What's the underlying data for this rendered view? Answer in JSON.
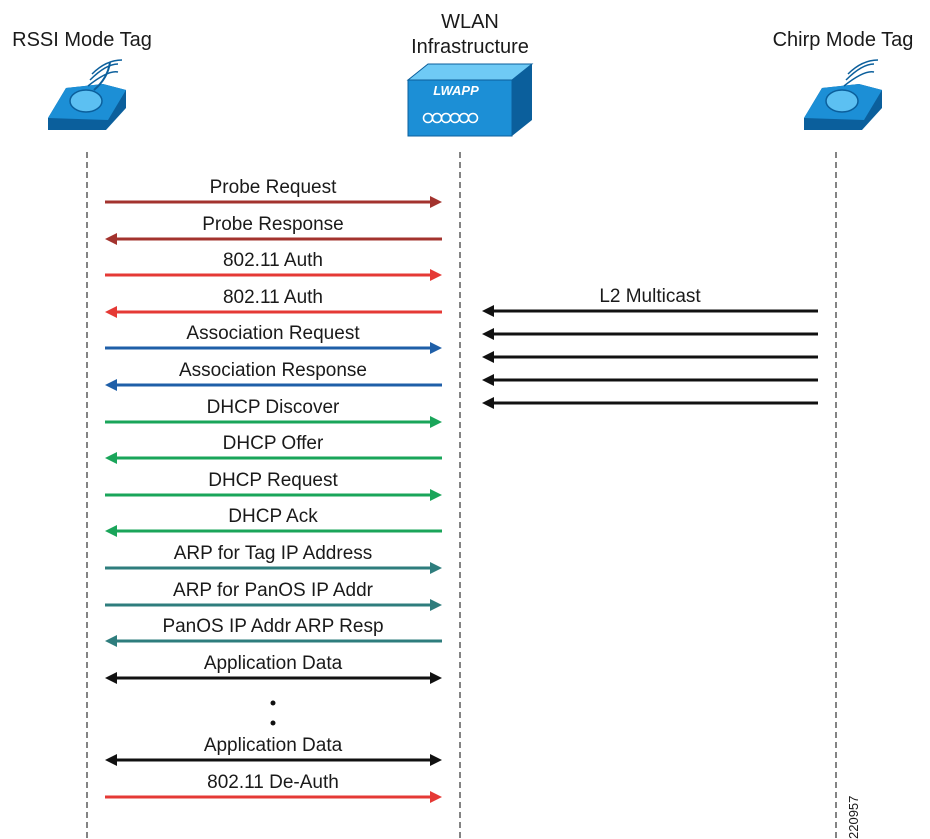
{
  "entities": {
    "rssi_tag": "RSSI Mode Tag",
    "wlan_line1": "WLAN",
    "wlan_line2": "Infrastructure",
    "chirp_tag": "Chirp Mode Tag",
    "lwapp_label": "LWAPP"
  },
  "messages": [
    {
      "label": "Probe Request",
      "dir": "right",
      "color": "#a3332e"
    },
    {
      "label": "Probe Response",
      "dir": "left",
      "color": "#a3332e"
    },
    {
      "label": "802.11 Auth",
      "dir": "right",
      "color": "#e53935"
    },
    {
      "label": "802.11 Auth",
      "dir": "left",
      "color": "#e53935"
    },
    {
      "label": "Association Request",
      "dir": "right",
      "color": "#1f5fa8"
    },
    {
      "label": "Association Response",
      "dir": "left",
      "color": "#1f5fa8"
    },
    {
      "label": "DHCP Discover",
      "dir": "right",
      "color": "#1aa55a"
    },
    {
      "label": "DHCP Offer",
      "dir": "left",
      "color": "#1aa55a"
    },
    {
      "label": "DHCP Request",
      "dir": "right",
      "color": "#1aa55a"
    },
    {
      "label": "DHCP Ack",
      "dir": "left",
      "color": "#1aa55a"
    },
    {
      "label": "ARP for Tag IP Address",
      "dir": "right",
      "color": "#2e7d7d"
    },
    {
      "label": "ARP for PanOS IP Addr",
      "dir": "right",
      "color": "#2e7d7d"
    },
    {
      "label": "PanOS IP Addr ARP Resp",
      "dir": "left",
      "color": "#2e7d7d"
    },
    {
      "label": "Application Data",
      "dir": "both",
      "color": "#111111"
    },
    {
      "label": "Application Data",
      "dir": "both",
      "color": "#111111"
    },
    {
      "label": "802.11 De-Auth",
      "dir": "right",
      "color": "#e53935"
    }
  ],
  "multicast": {
    "label": "L2 Multicast",
    "color": "#111111",
    "count": 5
  },
  "figure_id": "220957",
  "colors": {
    "device_blue": "#1c8fd6",
    "device_dark": "#0b5f9c",
    "lifeline": "#333333"
  }
}
